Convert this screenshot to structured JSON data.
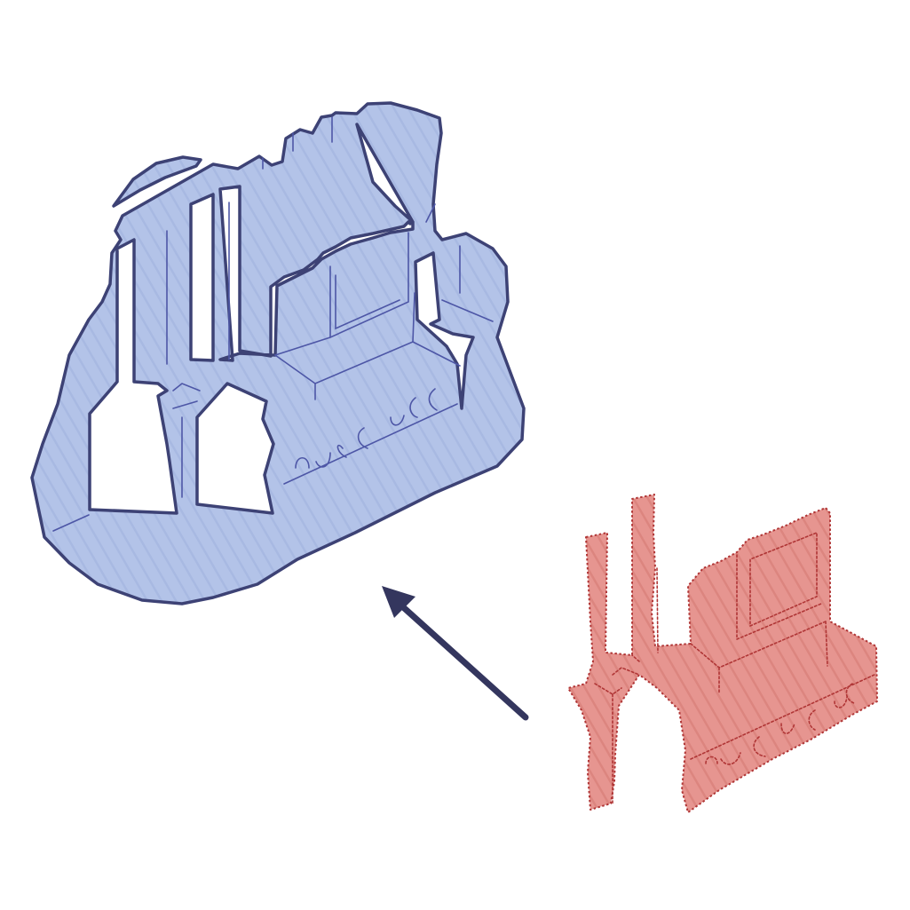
{
  "diagram": {
    "kind": "assembly-insertion-illustration",
    "parts": [
      {
        "id": "housing",
        "description_icon": "mold-cavity-block",
        "style": "solid-outline",
        "color_fill": "#b3c3e8",
        "color_stroke": "#3d4275"
      },
      {
        "id": "insert",
        "description_icon": "machine-part",
        "style": "dotted-outline",
        "color_fill": "#e58f89",
        "color_stroke": "#b03636"
      }
    ],
    "arrow": {
      "direction": "up-left",
      "color": "#34365e"
    }
  }
}
